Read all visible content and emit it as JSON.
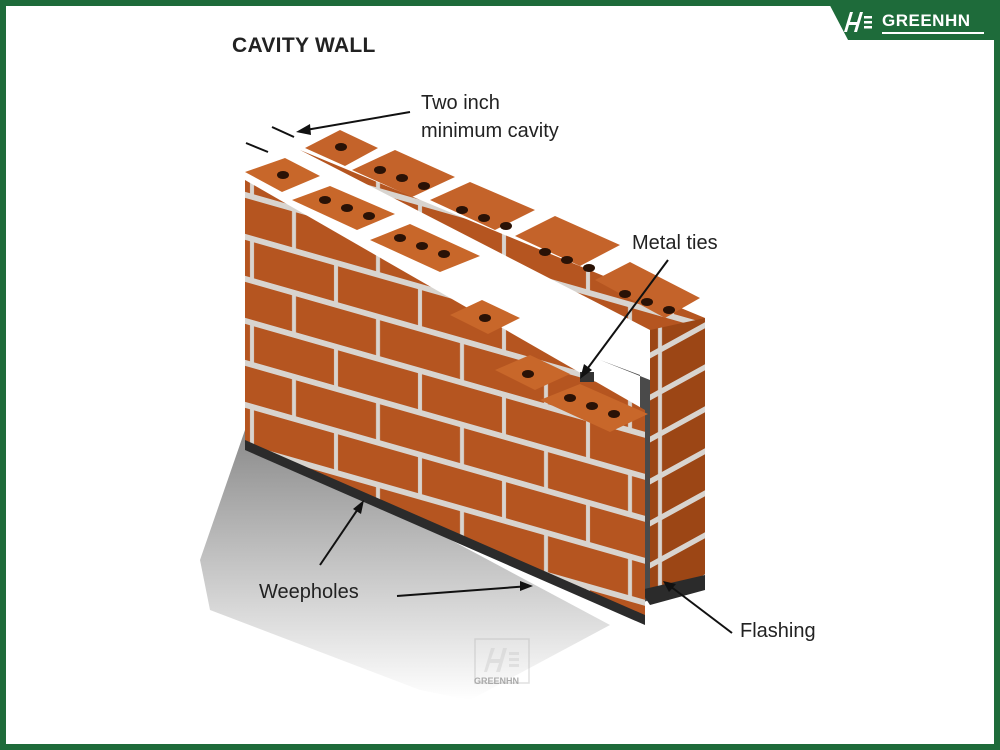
{
  "brand": {
    "name": "GREENHN",
    "color": "#1e6b3a"
  },
  "title": "CAVITY WALL",
  "labels": {
    "cavity_line1": "Two inch",
    "cavity_line2": "minimum cavity",
    "metal_ties": "Metal ties",
    "weepholes": "Weepholes",
    "flashing": "Flashing"
  },
  "colors": {
    "brick": "#b9571f",
    "brick_dark": "#8e3f12",
    "brick_top": "#c8672a",
    "mortar": "#d8d4cf",
    "shadow": "#9a9a9a"
  },
  "watermark": "GREENHN"
}
